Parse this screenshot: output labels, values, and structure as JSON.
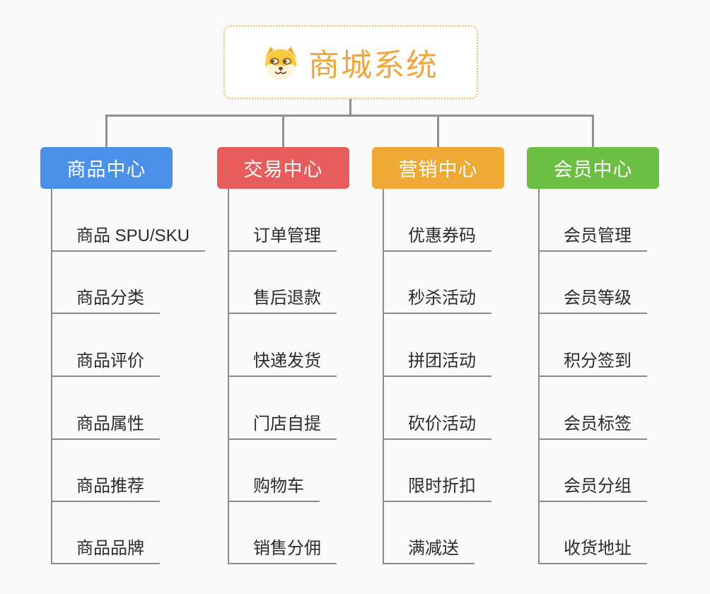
{
  "root": {
    "title": "商城系统",
    "accent_color": "#f2a53d",
    "border_color": "#f2bd69",
    "icon": "shiba-dog-icon"
  },
  "connector_color": "#8c8c8c",
  "branches": [
    {
      "label": "商品中心",
      "color": "#4a90e8",
      "children": [
        "商品 SPU/SKU",
        "商品分类",
        "商品评价",
        "商品属性",
        "商品推荐",
        "商品品牌"
      ]
    },
    {
      "label": "交易中心",
      "color": "#e75d5d",
      "children": [
        "订单管理",
        "售后退款",
        "快递发货",
        "门店自提",
        "购物车",
        "销售分佣"
      ]
    },
    {
      "label": "营销中心",
      "color": "#efa937",
      "children": [
        "优惠券码",
        "秒杀活动",
        "拼团活动",
        "砍价活动",
        "限时折扣",
        "满减送"
      ]
    },
    {
      "label": "会员中心",
      "color": "#6cbe45",
      "children": [
        "会员管理",
        "会员等级",
        "积分签到",
        "会员标签",
        "会员分组",
        "收货地址"
      ]
    }
  ]
}
